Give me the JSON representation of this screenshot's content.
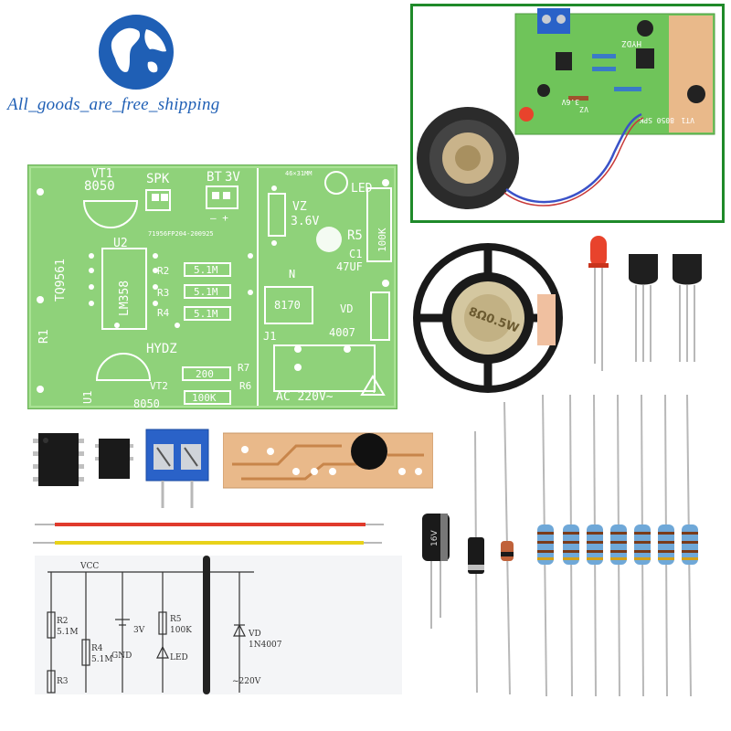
{
  "store": {
    "name": "All_goods_are_free_shipping",
    "logo_icon": "globe-icon"
  },
  "pcb": {
    "label_vt1": "VT1",
    "label_8050_top": "8050",
    "label_spk": "SPK",
    "label_bt": "BT",
    "label_3v": "3V",
    "label_minus_plus": "–  +",
    "label_size": "46×31MM",
    "label_led": "LED",
    "label_vz": "VZ",
    "label_36v": "3.6V",
    "label_r5": "R5",
    "label_100k_r5": "100K",
    "label_c1": "C1",
    "label_47uf": "47UF",
    "label_code": "71956FP204-200925",
    "label_u2": "U2",
    "label_lm358": "LM358",
    "label_tq": "TQ9561",
    "label_r1": "R1",
    "label_r2": "R2",
    "label_r3": "R3",
    "label_r4": "R4",
    "label_51m_a": "5.1M",
    "label_51m_b": "5.1M",
    "label_51m_c": "5.1M",
    "label_n": "N",
    "label_8170": "8170",
    "label_vd": "VD",
    "label_4007": "4007",
    "label_j1": "J1",
    "label_hydz": "HYDZ",
    "label_r7": "R7",
    "label_200": "200",
    "label_r6": "R6",
    "label_100k": "100K",
    "label_vt2": "VT2",
    "label_8050_bot": "8050",
    "label_u1": "U1",
    "label_ac": "AC 220V~",
    "label_warning": "!"
  },
  "inset": {
    "label_hydz": "HYDZ",
    "label_vz": "VZ",
    "label_36v": "3.6V",
    "label_8050": "8050",
    "label_spk": "SPK",
    "label_vt1": "VT1"
  },
  "speaker": {
    "label": "8Ω0.5W"
  },
  "schematic": {
    "label_vcc": "VCC",
    "label_r2": "R2",
    "label_51m_r2": "5.1M",
    "label_r4": "R4",
    "label_51m_r4": "5.1M",
    "label_r3": "R3",
    "label_3v": "3V",
    "label_gnd": "GND",
    "label_r5": "R5",
    "label_100k": "100K",
    "label_led": "LED",
    "label_vd": "VD",
    "label_1n4007": "1N4007",
    "label_220v": "~220V"
  },
  "capacitor": {
    "label": "16V"
  },
  "colors": {
    "pcb_green": "#8fd27a",
    "inset_border": "#1f8a2a",
    "logo_blue": "#1f5fb5",
    "terminal_blue": "#2a62c8",
    "led_red": "#e8432c"
  }
}
